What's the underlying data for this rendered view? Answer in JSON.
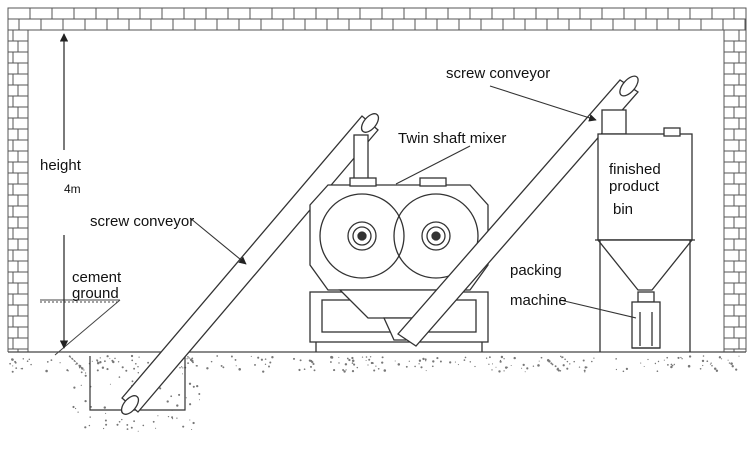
{
  "labels": {
    "height": "height",
    "height_value": "4m",
    "screw_conveyor_left": "screw conveyor",
    "screw_conveyor_right": "screw conveyor",
    "cement_line1": "cement",
    "cement_line2": "ground",
    "mixer": "Twin shaft mixer",
    "bin_line1": "finished",
    "bin_line2": "product",
    "bin_line3": "bin",
    "packing_line1": "packing",
    "packing_line2": "machine"
  },
  "colors": {
    "line": "#333333",
    "brick": "#555555",
    "ground_speckle": "#777777"
  }
}
